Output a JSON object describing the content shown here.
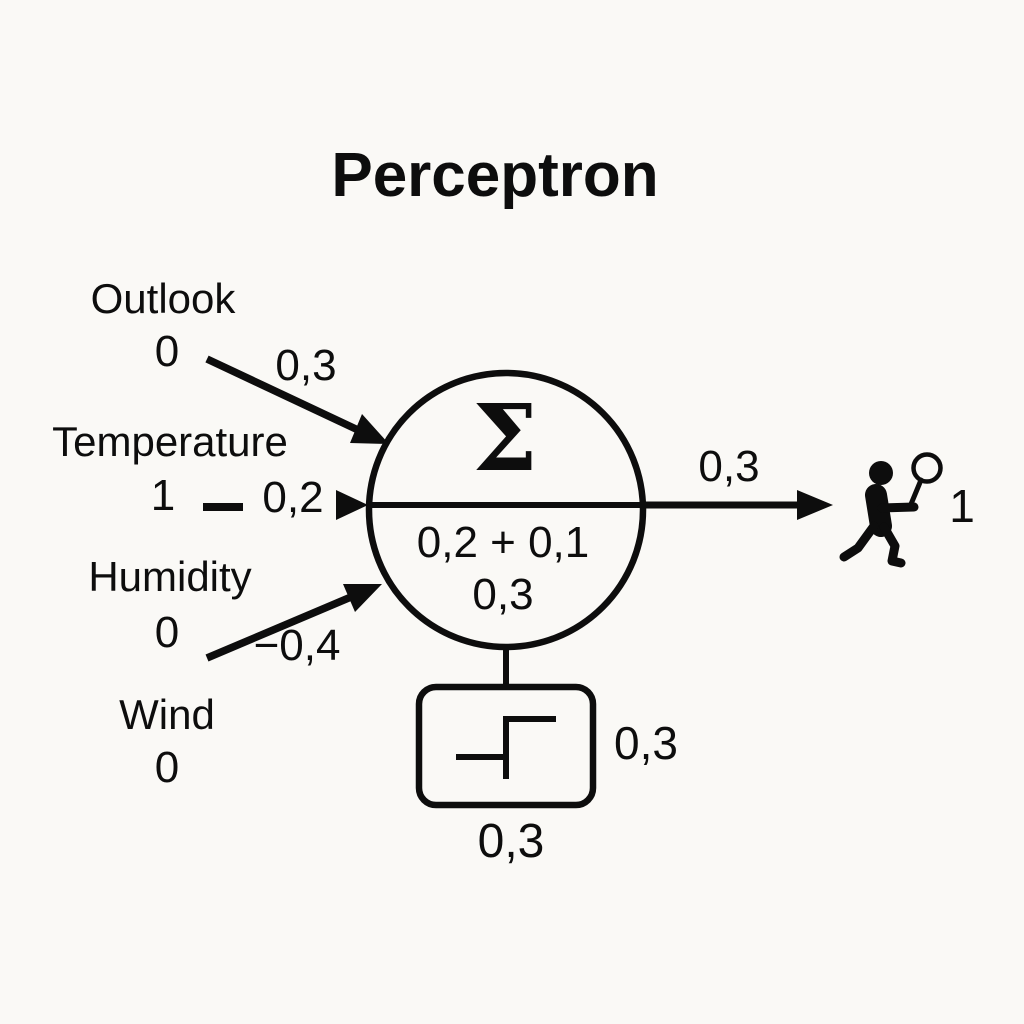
{
  "title": "Perceptron",
  "inputs": [
    {
      "label": "Outlook",
      "value": "0",
      "weight": "0,3"
    },
    {
      "label": "Temperature",
      "value": "1",
      "weight": "0,2"
    },
    {
      "label": "Humidity",
      "value": "0",
      "weight": "−0,4"
    },
    {
      "label": "Wind",
      "value": "0"
    }
  ],
  "neuron": {
    "sum_symbol": "Σ",
    "computation": "0,2 + 0,1",
    "result": "0,3"
  },
  "output": {
    "weight": "0,3",
    "value": "1",
    "icon": "tennis-player-icon"
  },
  "activation": {
    "icon": "step-function-icon",
    "side_label": "0,3",
    "bottom_label": "0,3"
  },
  "colors": {
    "background": "#FAF9F6",
    "ink": "#0D0D0D"
  }
}
